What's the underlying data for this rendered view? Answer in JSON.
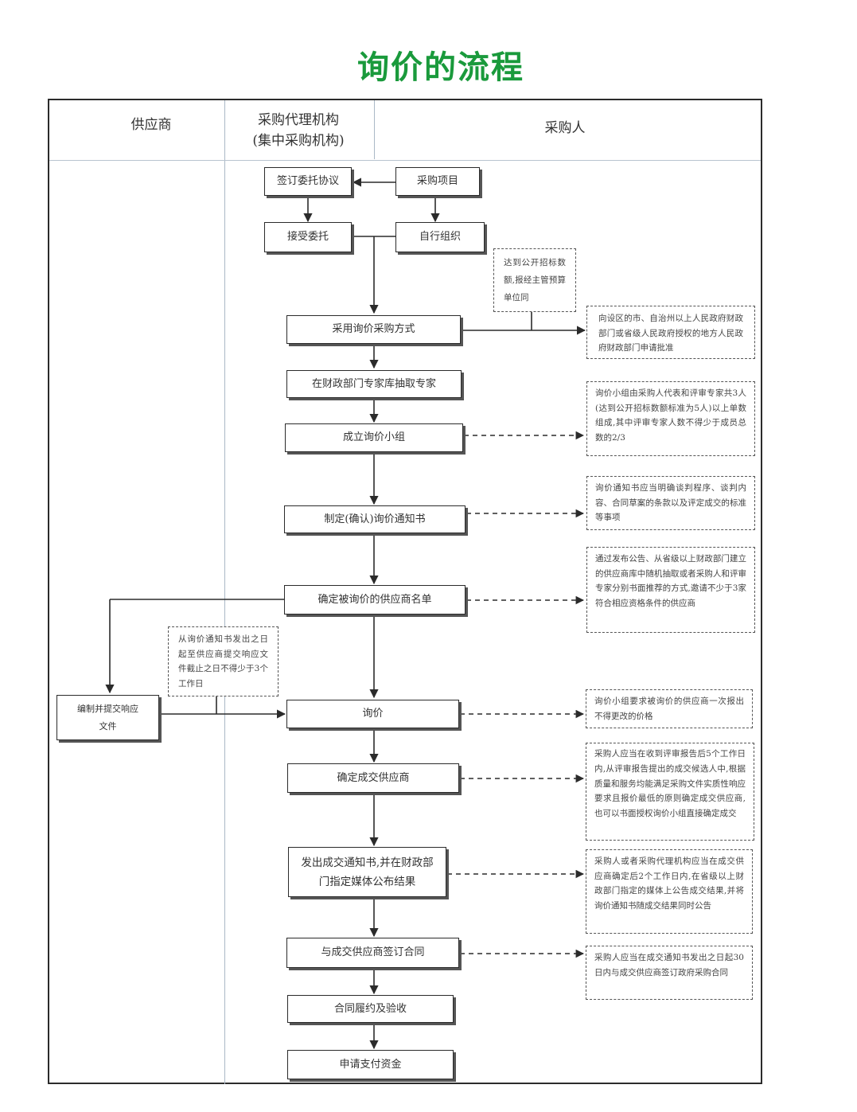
{
  "title": "询价的流程",
  "lanes": {
    "supplier": "供应商",
    "agency_line1": "采购代理机构",
    "agency_line2": "(集中采购机构)",
    "purchaser": "采购人"
  },
  "boxes": {
    "sign_agreement": "签订委托协议",
    "procurement_project": "采购项目",
    "accept_entrust": "接受委托",
    "self_organize": "自行组织",
    "adopt_inquiry": "采用询价采购方式",
    "draw_experts": "在财政部门专家库抽取专家",
    "form_panel": "成立询价小组",
    "make_notice": "制定(确认)询价通知书",
    "supplier_list": "确定被询价的供应商名单",
    "prepare_response": "编制并提交响应文件",
    "inquiry": "询价",
    "confirm_supplier": "确定成交供应商",
    "issue_notice": "发出成交通知书,并在财政部门指定媒体公布结果",
    "sign_contract": "与成交供应商签订合同",
    "perform_accept": "合同履约及验收",
    "apply_payment": "申请支付资金"
  },
  "notes": {
    "threshold": "达到公开招标数额,报经主管预算单位同",
    "approval": "向设区的市、自治州以上人民政府财政部门或省级人民政府授权的地方人民政府财政部门申请批准",
    "panel_rule": "询价小组由采购人代表和评审专家共3人(达到公开招标数额标准为5人)以上单数组成,其中评审专家人数不得少于成员总数的2/3",
    "notice_content": "询价通知书应当明确谈判程序、谈判内容、合同草案的条款以及评定成交的标准等事项",
    "supplier_selection": "通过发布公告、从省级以上财政部门建立的供应商库中随机抽取或者采购人和评审专家分别书面推荐的方式,邀请不少于3家符合相应资格条件的供应商",
    "deadline": "从询价通知书发出之日起至供应商提交响应文件截止之日不得少于3个工作日",
    "one_quote": "询价小组要求被询价的供应商一次报出不得更改的价格",
    "confirm_rule": "采购人应当在收到评审报告后5个工作日内,从评审报告提出的成交候选人中,根据质量和服务均能满足采购文件实质性响应要求且报价最低的原则确定成交供应商,也可以书面授权询价小组直接确定成交",
    "publish_rule": "采购人或者采购代理机构应当在成交供应商确定后2个工作日内,在省级以上财政部门指定的媒体上公告成交结果,并将询价通知书随成交结果同时公告",
    "contract_rule": "采购人应当在成交通知书发出之日起30日内与成交供应商签订政府采购合同"
  },
  "colors": {
    "title": "#1a9a3c",
    "line": "#2b2b2b",
    "lane_divider": "#aab8c6"
  }
}
